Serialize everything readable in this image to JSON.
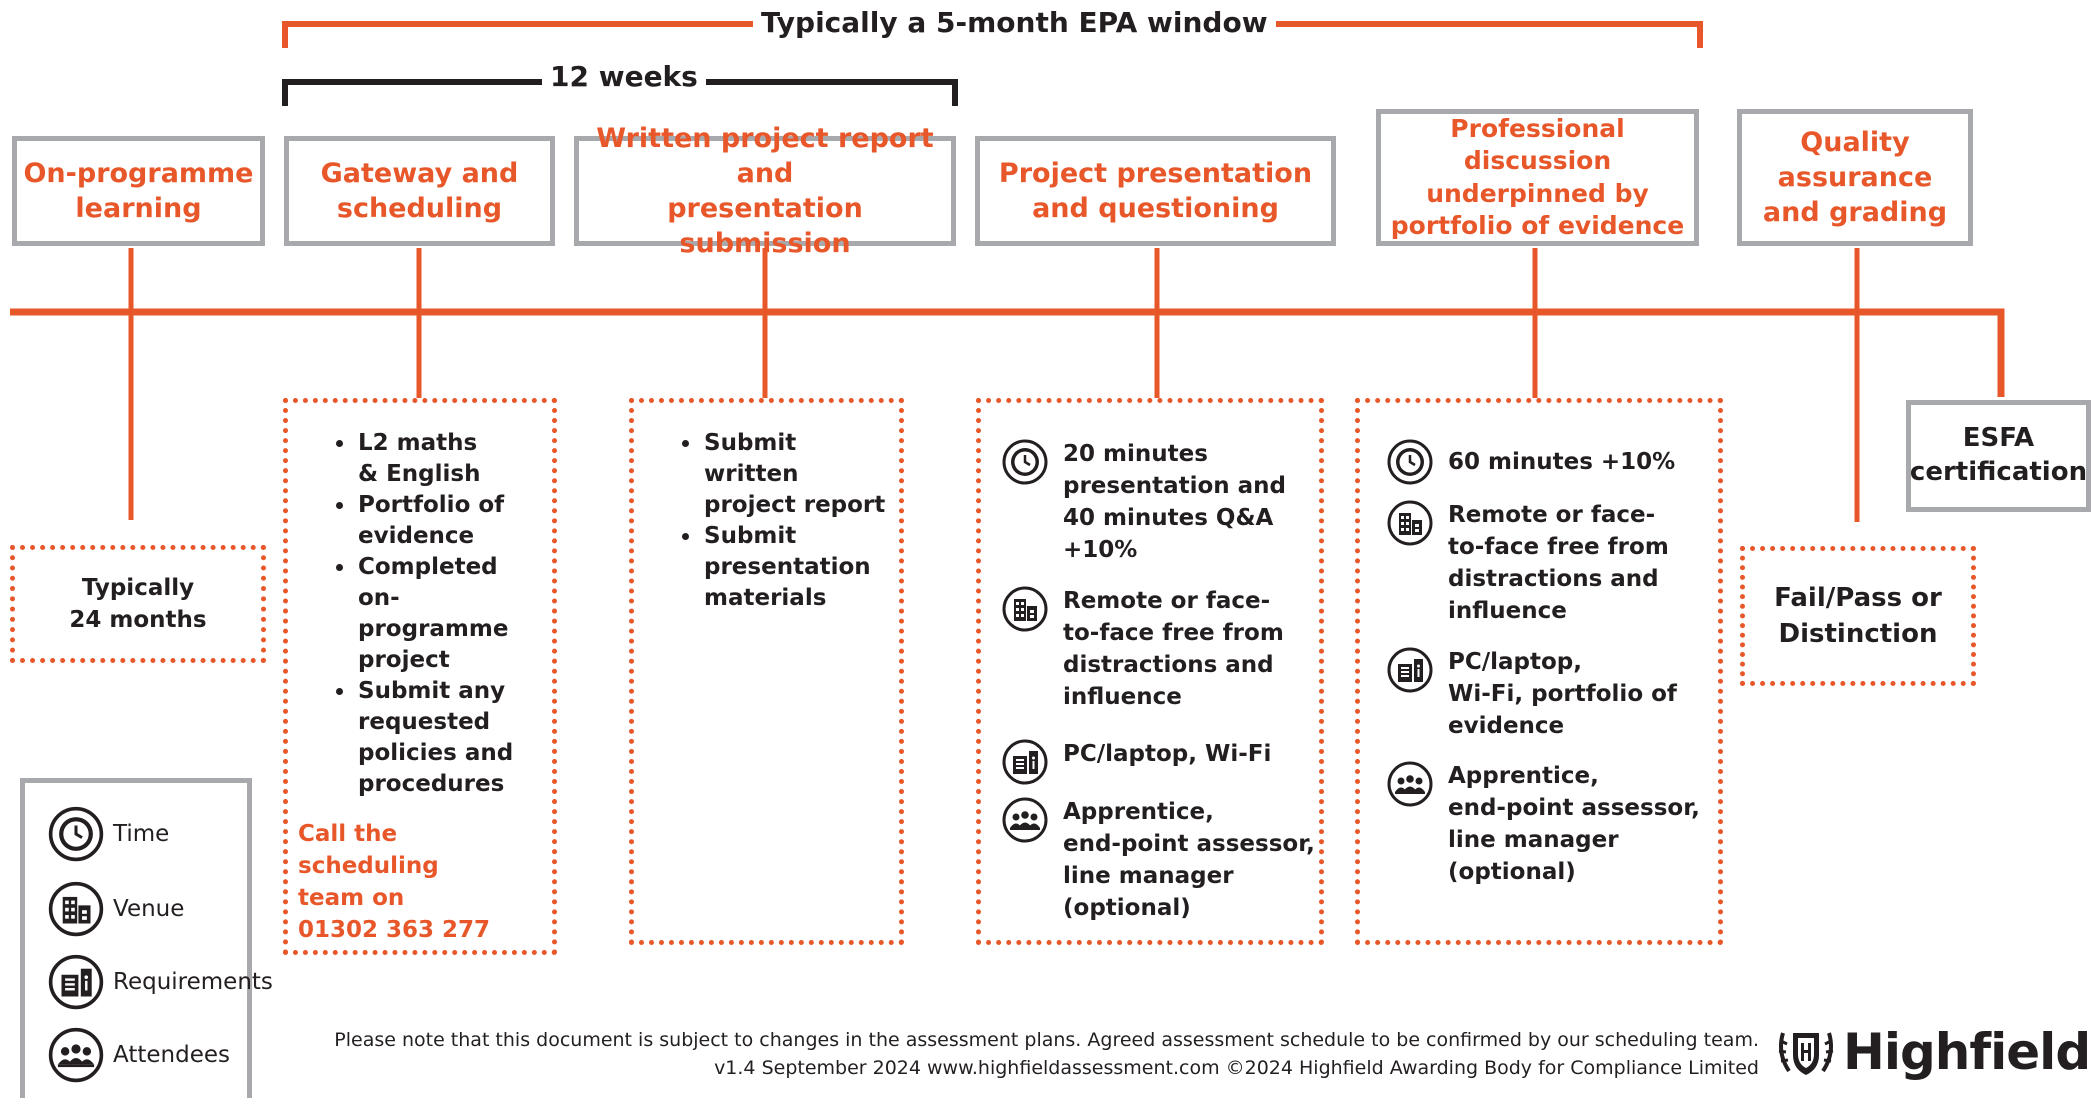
{
  "colors": {
    "accent": "#e8572a",
    "dark": "#231f20",
    "border": "#a7a9ac"
  },
  "brackets": {
    "epa_window": "Typically a 5-month EPA window",
    "twelve_weeks": "12 weeks"
  },
  "stages": [
    {
      "lines": [
        "On-programme",
        "learning"
      ]
    },
    {
      "lines": [
        "Gateway and",
        "scheduling"
      ]
    },
    {
      "lines": [
        "Written project report and",
        "presentation submission"
      ]
    },
    {
      "lines": [
        "Project presentation",
        "and questioning"
      ]
    },
    {
      "lines": [
        "Professional discussion",
        "underpinned by",
        "portfolio of evidence"
      ]
    },
    {
      "lines": [
        "Quality",
        "assurance",
        "and grading"
      ]
    }
  ],
  "esfa": [
    "ESFA",
    "certification"
  ],
  "on_programme_duration": [
    "Typically",
    "24 months"
  ],
  "gateway": {
    "bullets": [
      [
        "L2 maths",
        "& English"
      ],
      [
        "Portfolio of",
        "evidence"
      ],
      [
        "Completed",
        "on-",
        "programme",
        "project"
      ],
      [
        "Submit any",
        "requested",
        "policies and",
        "procedures"
      ]
    ],
    "call": [
      "Call the",
      "scheduling",
      "team on",
      "01302 363 277"
    ]
  },
  "written": {
    "bullets": [
      [
        "Submit",
        "written",
        "project report"
      ],
      [
        "Submit",
        "presentation",
        "materials"
      ]
    ]
  },
  "presentation": {
    "time": [
      "20 minutes",
      "presentation and",
      "40 minutes Q&A",
      "+10%"
    ],
    "venue": [
      "Remote or face-",
      "to-face free from",
      "distractions and",
      "influence"
    ],
    "requirements": [
      "PC/laptop, Wi-Fi"
    ],
    "attendees": [
      "Apprentice,",
      "end-point assessor,",
      "line manager",
      "(optional)"
    ]
  },
  "discussion": {
    "time": [
      "60 minutes +10%"
    ],
    "venue": [
      "Remote or face-",
      "to-face free from",
      "distractions and",
      "influence"
    ],
    "requirements": [
      "PC/laptop,",
      "Wi-Fi, portfolio of",
      "evidence"
    ],
    "attendees": [
      "Apprentice,",
      "end-point assessor,",
      "line manager",
      "(optional)"
    ]
  },
  "grading": [
    "Fail/Pass or",
    "Distinction"
  ],
  "legend": {
    "time": {
      "label": "Time",
      "icon": "clock-icon"
    },
    "venue": {
      "label": "Venue",
      "icon": "building-icon"
    },
    "requirements": {
      "label": "Requirements",
      "icon": "requirements-icon"
    },
    "attendees": {
      "label": "Attendees",
      "icon": "attendees-icon"
    }
  },
  "footer": {
    "line1": "Please note that this document is subject to changes in the assessment plans.  Agreed assessment schedule to be confirmed by our scheduling team.",
    "line2": "v1.4 September 2024   www.highfieldassessment.com   ©2024 Highfield Awarding Body for Compliance Limited"
  },
  "logo": {
    "text": "Highfield",
    "icon": "highfield-crest-icon"
  }
}
